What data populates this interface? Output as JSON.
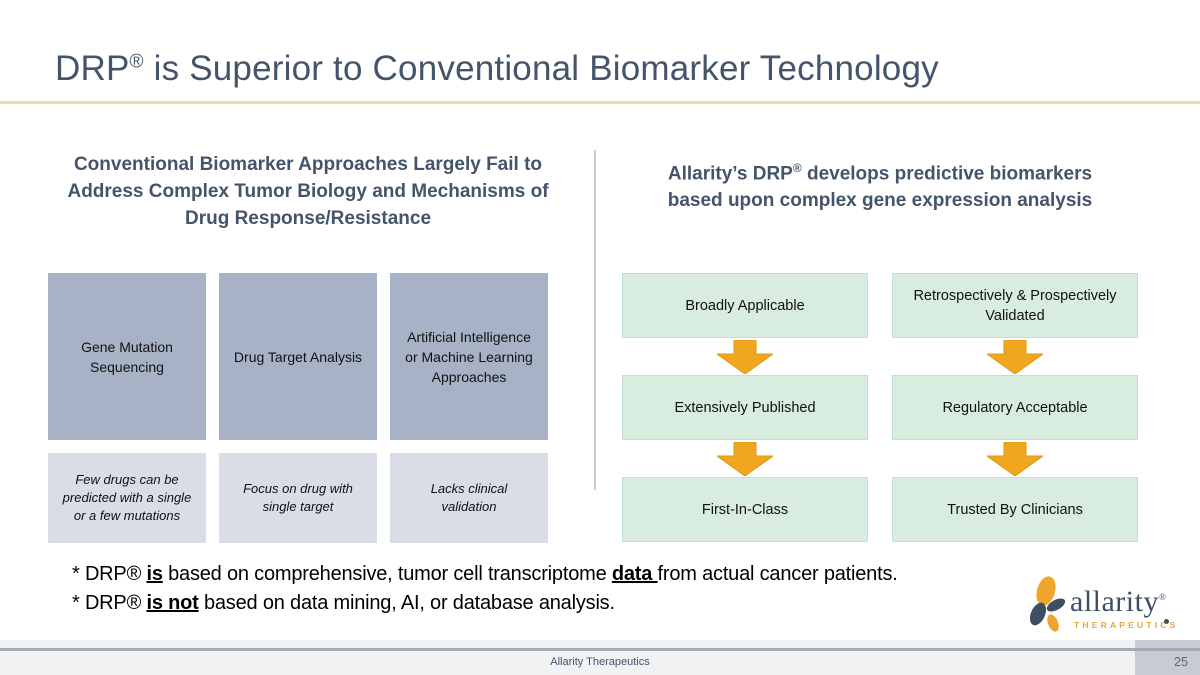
{
  "slide": {
    "title_pre": "DRP",
    "title_reg": "®",
    "title_post": " is Superior to Conventional Biomarker Technology",
    "footer_text": "Allarity Therapeutics",
    "page_number": "25"
  },
  "left_panel": {
    "heading": "Conventional Biomarker Approaches Largely Fail to Address Complex Tumor Biology and Mechanisms of Drug Response/Resistance",
    "approaches": [
      {
        "title": "Gene Mutation Sequencing",
        "limitation": "Few drugs can be predicted with a single or a few mutations"
      },
      {
        "title": "Drug Target Analysis",
        "limitation": "Focus on drug with single target"
      },
      {
        "title": "Artificial Intelligence or Machine Learning Approaches",
        "limitation": "Lacks clinical validation"
      }
    ]
  },
  "right_panel": {
    "heading_pre": "Allarity’s DRP",
    "heading_reg": "®",
    "heading_post": " develops predictive biomarkers based upon complex gene expression analysis",
    "benefit_columns": [
      {
        "items": [
          "Broadly Applicable",
          "Extensively Published",
          "First-In-Class"
        ]
      },
      {
        "items": [
          "Retrospectively & Prospectively Validated",
          "Regulatory Acceptable",
          "Trusted By Clinicians"
        ]
      }
    ]
  },
  "notes": {
    "lines": [
      {
        "segments": [
          {
            "t": "* DRP® ",
            "b": false
          },
          {
            "t": "is",
            "b": true
          },
          {
            "t": " based on comprehensive, tumor cell transcriptome ",
            "b": false
          },
          {
            "t": "data ",
            "b": true
          },
          {
            "t": "from actual cancer patients.",
            "b": false
          }
        ]
      },
      {
        "segments": [
          {
            "t": "* DRP® ",
            "b": false
          },
          {
            "t": "is not",
            "b": true
          },
          {
            "t": " based on data mining, AI, or database analysis.",
            "b": false
          }
        ]
      }
    ]
  },
  "logo": {
    "wordmark": "allarity",
    "reg": "®",
    "sub": "THERAPEUTICS"
  },
  "colors": {
    "heading_slate": "#44546A",
    "gold_rule": "#E9DDA6",
    "approach_box": "#A8B2C7",
    "limitation_box": "#D9DEE6",
    "benefit_box": "#D8ECE0",
    "arrow_amber": "#F0A71F",
    "logo_amber": "#EFA62C",
    "logo_slate": "#3D4F63"
  }
}
